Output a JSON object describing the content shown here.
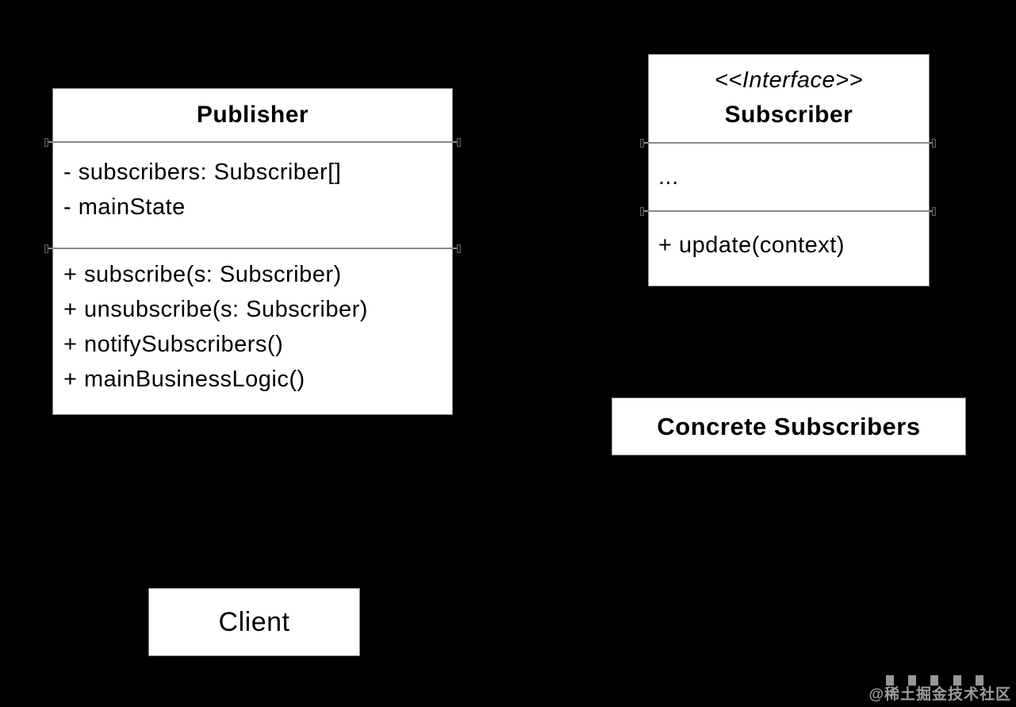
{
  "diagram": {
    "publisher": {
      "title": "Publisher",
      "attributes": [
        "- subscribers: Subscriber[]",
        "- mainState"
      ],
      "methods": [
        "+ subscribe(s: Subscriber)",
        "+ unsubscribe(s: Subscriber)",
        "+ notifySubscribers()",
        "+ mainBusinessLogic()"
      ]
    },
    "subscriber_interface": {
      "stereotype": "<<Interface>>",
      "title": "Subscriber",
      "attributes": [
        "..."
      ],
      "methods": [
        "+ update(context)"
      ]
    },
    "concrete_subscribers": {
      "title": "Concrete Subscribers"
    },
    "client": {
      "title": "Client"
    }
  },
  "watermark": {
    "text": "@稀土掘金技术社区"
  },
  "colors": {
    "background": "#000000",
    "box_fill": "#ffffff",
    "box_border": "#7f7f7f",
    "divider": "#8a8a8a",
    "text": "#000000",
    "watermark": "#9c9c9c"
  }
}
